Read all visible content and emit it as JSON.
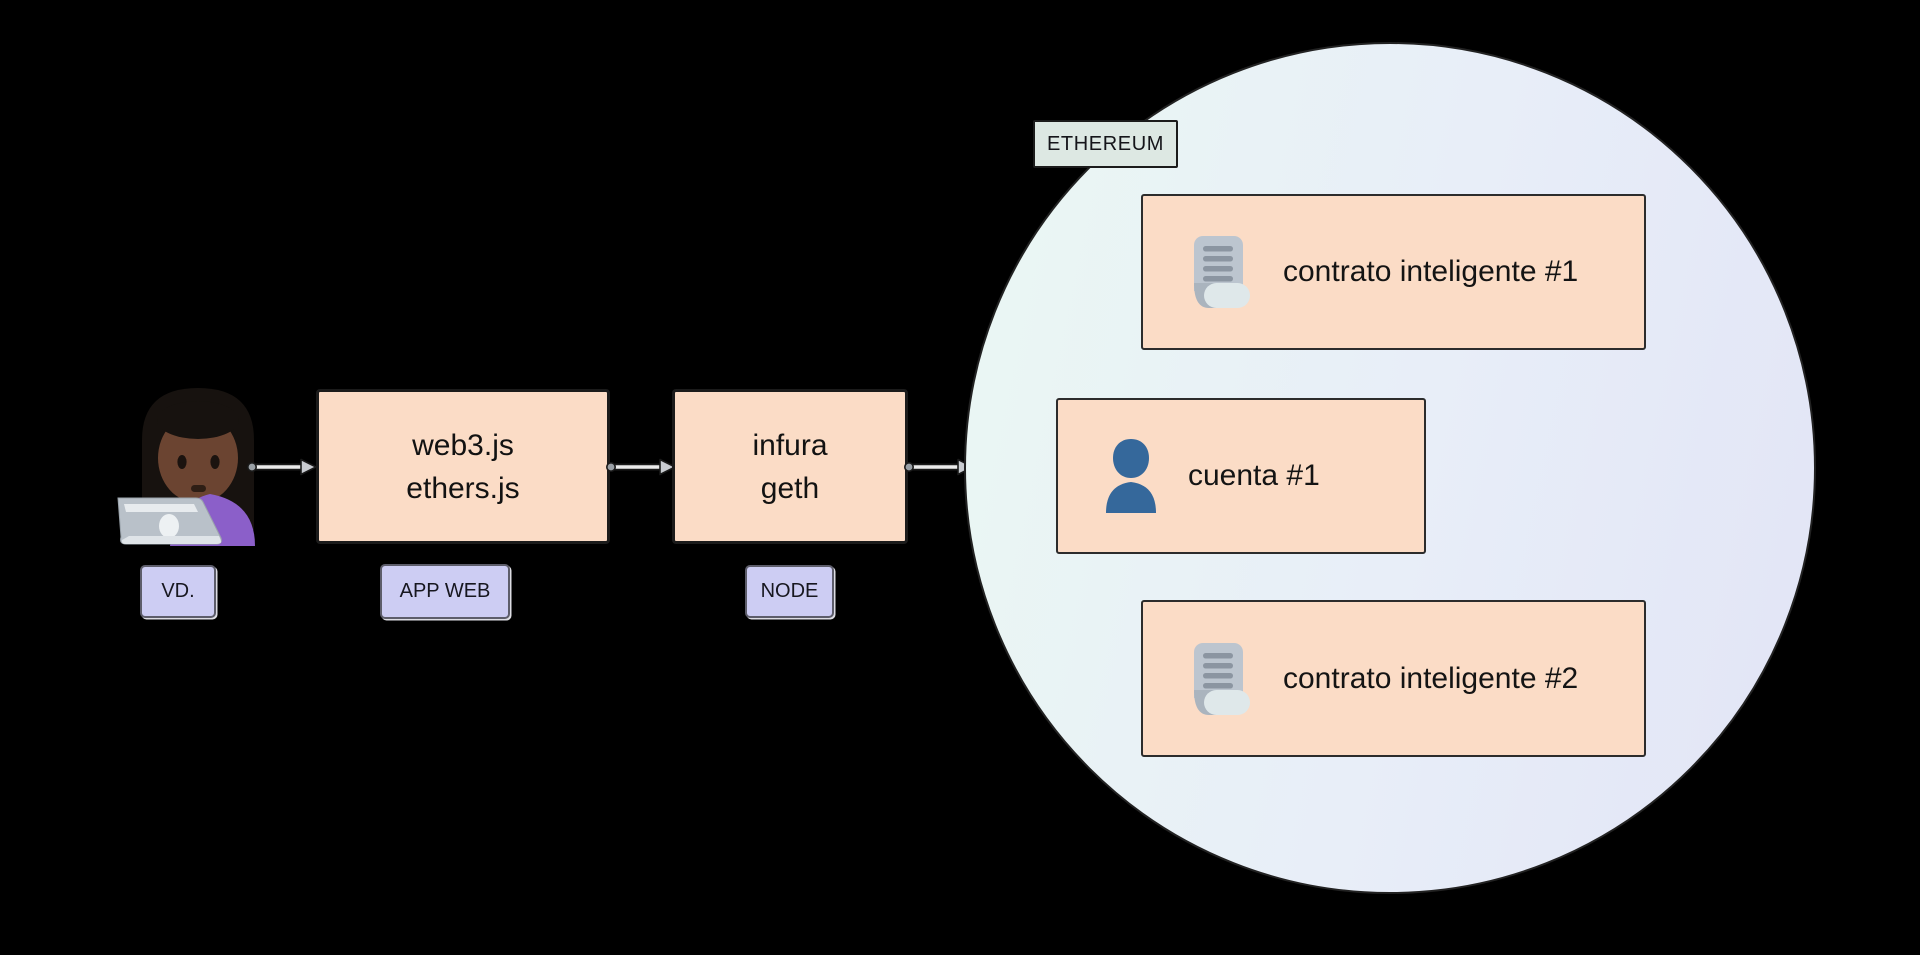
{
  "canvas": {
    "background": "#000000"
  },
  "actor": {
    "icon": "woman-technologist-icon",
    "tag": "VD."
  },
  "flow": [
    {
      "id": "app-web",
      "lines": [
        "web3.js",
        "ethers.js"
      ],
      "tag": "APP WEB"
    },
    {
      "id": "node",
      "lines": [
        "infura",
        "geth"
      ],
      "tag": "NODE"
    }
  ],
  "network": {
    "label": "ETHEREUM",
    "items": [
      {
        "icon": "scroll-icon",
        "label": "contrato inteligente #1"
      },
      {
        "icon": "bust-silhouette-icon",
        "label": "cuenta #1"
      },
      {
        "icon": "scroll-icon",
        "label": "contrato inteligente #2"
      }
    ]
  },
  "colors": {
    "background": "#000000",
    "box_fill": "#fbdcc6",
    "box_border": "#1b1b1b",
    "tag_fill": "#cdcdf3",
    "network_label_fill": "#dde8e3",
    "circle_gradient_start": "#eaf7f3",
    "circle_gradient_end": "#e2e5f6",
    "scroll_icon_gray": "#bcc5cf",
    "person_icon_blue": "#35689b",
    "arrow_gray": "#c9ccd1"
  }
}
